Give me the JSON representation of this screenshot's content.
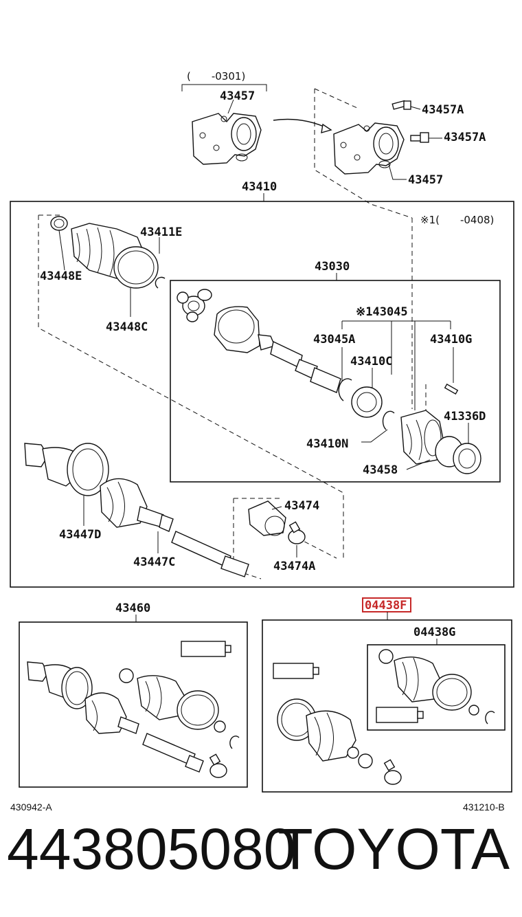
{
  "diagram": {
    "top_note": "(　　-0301)",
    "note_x1": "※1(　　-0408)",
    "labels": {
      "l43457_top": "43457",
      "l43457a_1": "43457A",
      "l43457a_2": "43457A",
      "l43457_right": "43457",
      "l43410": "43410",
      "l43411e": "43411E",
      "l43448e": "43448E",
      "l43448c": "43448C",
      "l43030": "43030",
      "l143045": "※143045",
      "l43045a": "43045A",
      "l43410g": "43410G",
      "l43410c": "43410C",
      "l41336d": "41336D",
      "l43410n": "43410N",
      "l43458": "43458",
      "l43474": "43474",
      "l43474a": "43474A",
      "l43447d": "43447D",
      "l43447c": "43447C",
      "l43460": "43460",
      "l04438f": "04438F",
      "l04438g": "04438G"
    },
    "highlight_color": "#c62828",
    "ref_left": "430942-A",
    "ref_right": "431210-B"
  },
  "footer": {
    "part_number": "443805080",
    "brand": "TOYOTA"
  }
}
